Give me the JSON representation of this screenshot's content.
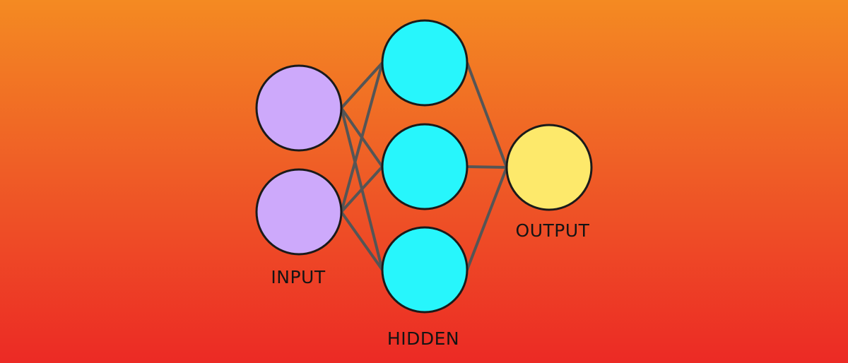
{
  "layers": [
    {
      "id": "input",
      "label": "INPUT",
      "nodes": 2,
      "color": "#cda9fb"
    },
    {
      "id": "hidden",
      "label": "HIDDEN",
      "nodes": 3,
      "color": "#27f6fc"
    },
    {
      "id": "output",
      "label": "OUTPUT",
      "nodes": 1,
      "color": "#fde96b"
    }
  ],
  "connections": "fully-connected",
  "colors": {
    "background_top": "#f48a22",
    "background_bottom": "#ec2a25",
    "edge": "#555555",
    "node_stroke": "#1a1a1a",
    "label_text": "#141414"
  }
}
